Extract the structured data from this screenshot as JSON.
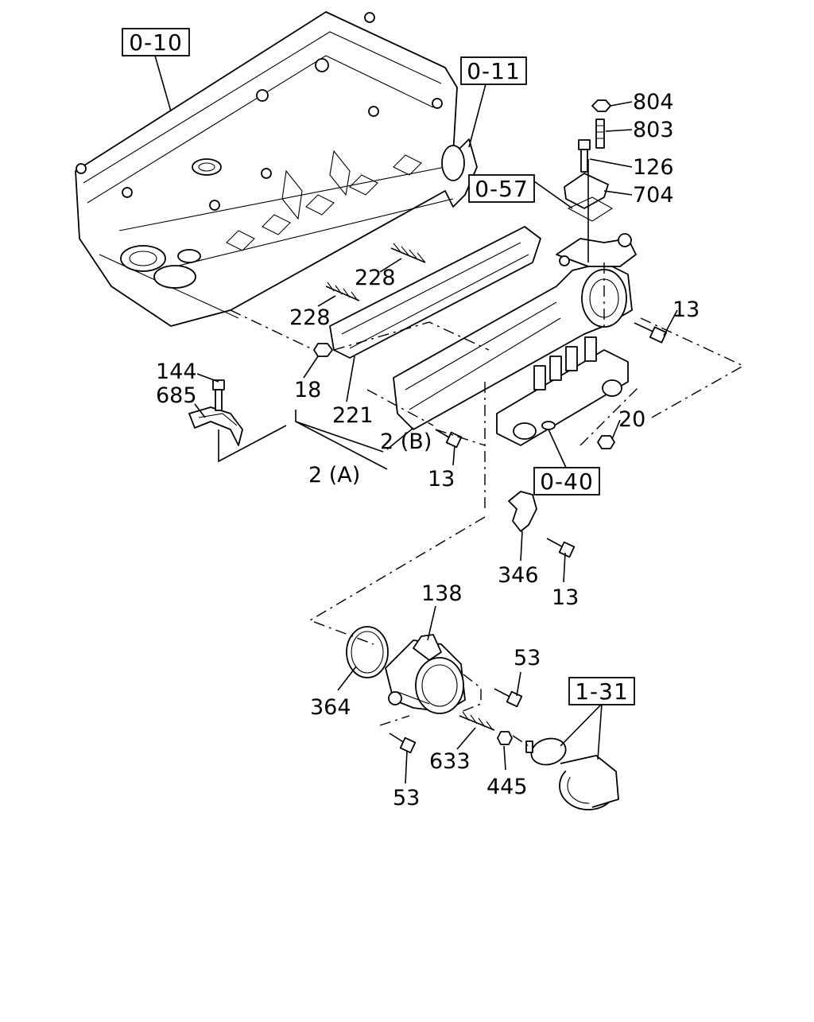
{
  "diagram": {
    "ref_boxes": {
      "cylinder_head": "0-10",
      "head_gasket": "0-11",
      "bracket_ref": "0-57",
      "injection_pump": "0-40",
      "air_duct": "1-31"
    },
    "labels": {
      "p804": "804",
      "p803": "803",
      "p126": "126",
      "p704": "704",
      "p13_a": "13",
      "p228_a": "228",
      "p228_b": "228",
      "p18": "18",
      "p144": "144",
      "p685": "685",
      "p221": "221",
      "p2b": "2 (B)",
      "p2a": "2 (A)",
      "p13_b": "13",
      "p20": "20",
      "p346": "346",
      "p13_c": "13",
      "p138": "138",
      "p53_a": "53",
      "p364": "364",
      "p633": "633",
      "p445": "445",
      "p53_b": "53"
    }
  }
}
